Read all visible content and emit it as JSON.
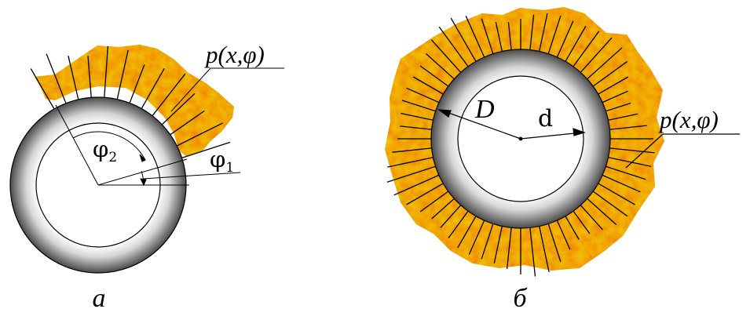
{
  "figure_a": {
    "pressure_label": "p(x,φ)",
    "phi2_label": "φ",
    "phi2_sub": "2",
    "phi1_label": "φ",
    "phi1_sub": "1",
    "caption": "а"
  },
  "figure_b": {
    "pressure_label": "p(x,φ)",
    "outer_diameter_label": "D",
    "inner_diameter_label": "d",
    "caption": "б"
  },
  "colors": {
    "soil_dark": "#d86a00",
    "soil_mid": "#f29a10",
    "soil_light": "#ffd23a",
    "pipe_light": "#ffffff",
    "pipe_dark": "#4a4a4a",
    "line": "#000000"
  }
}
